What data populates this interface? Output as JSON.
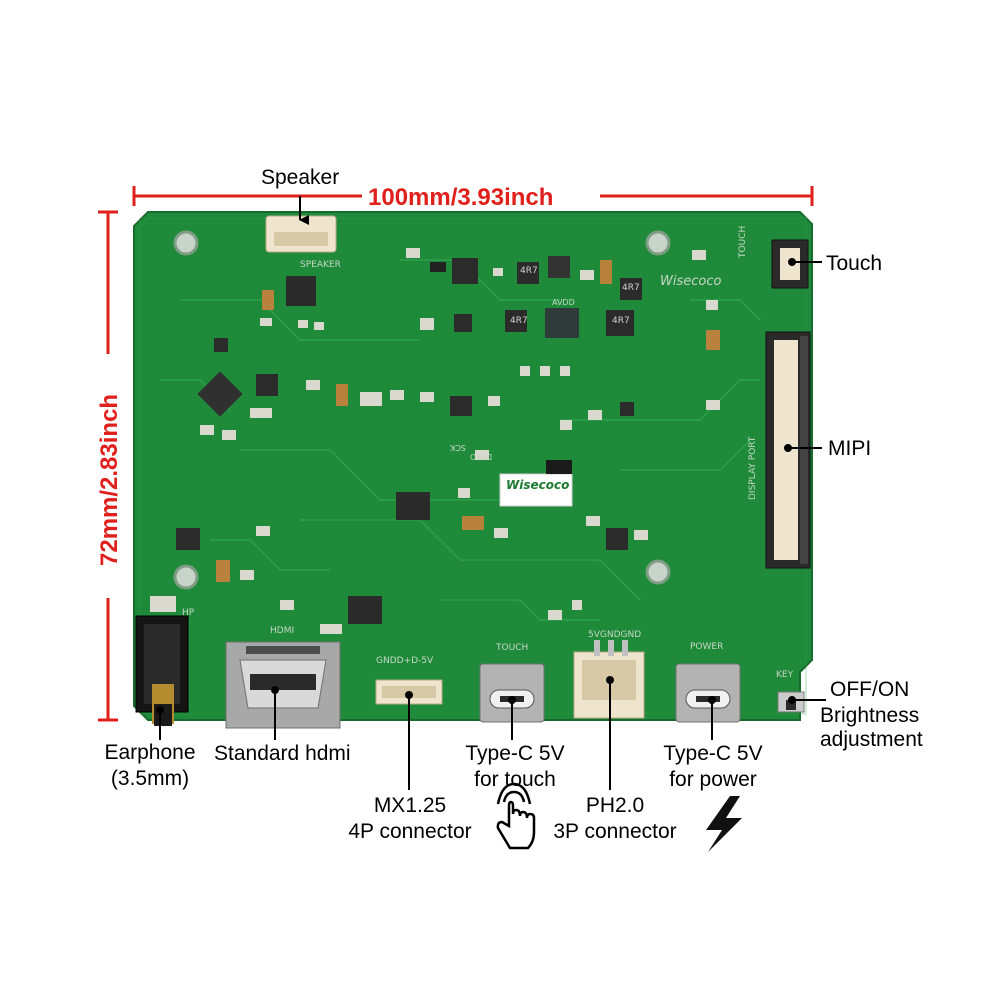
{
  "dimensions": {
    "width_label": "100mm/3.93inch",
    "height_label": "72mm/2.83inch",
    "color": "#e0201c"
  },
  "board": {
    "color": "#1f8a3a",
    "brand": "Wisecoco",
    "silkscreen": {
      "speaker": "SPEAKER",
      "touch": "TOUCH",
      "display_port": "DISPLAY PORT",
      "hdmi": "HDMI",
      "hp": "HP",
      "gnd_pins": "GNDD+D-5V",
      "touch_port": "TOUCH",
      "power_pins": "5VGNDGND",
      "power": "POWER",
      "key": "KEY",
      "sck": "SCK",
      "dato": "DATO",
      "avdd": "AVDD"
    },
    "chip_marks": [
      "4R7",
      "4R7",
      "4R7",
      "4R7"
    ]
  },
  "labels": {
    "speaker": "Speaker",
    "touch": "Touch",
    "mipi": "MIPI",
    "off_on": "OFF/ON",
    "brightness": "Brightness",
    "adjustment": "adjustment",
    "earphone_line1": "Earphone",
    "earphone_line2": "(3.5mm)",
    "standard_hdmi": "Standard hdmi",
    "mx_line1": "MX1.25",
    "mx_line2": "4P connector",
    "typec_touch_line1": "Type-C 5V",
    "typec_touch_line2": "for touch",
    "ph_line1": "PH2.0",
    "ph_line2": "3P connector",
    "typec_power_line1": "Type-C 5V",
    "typec_power_line2": "for power"
  },
  "icons": {
    "touch": "hand-pointer-icon",
    "power": "lightning-bolt-icon"
  }
}
